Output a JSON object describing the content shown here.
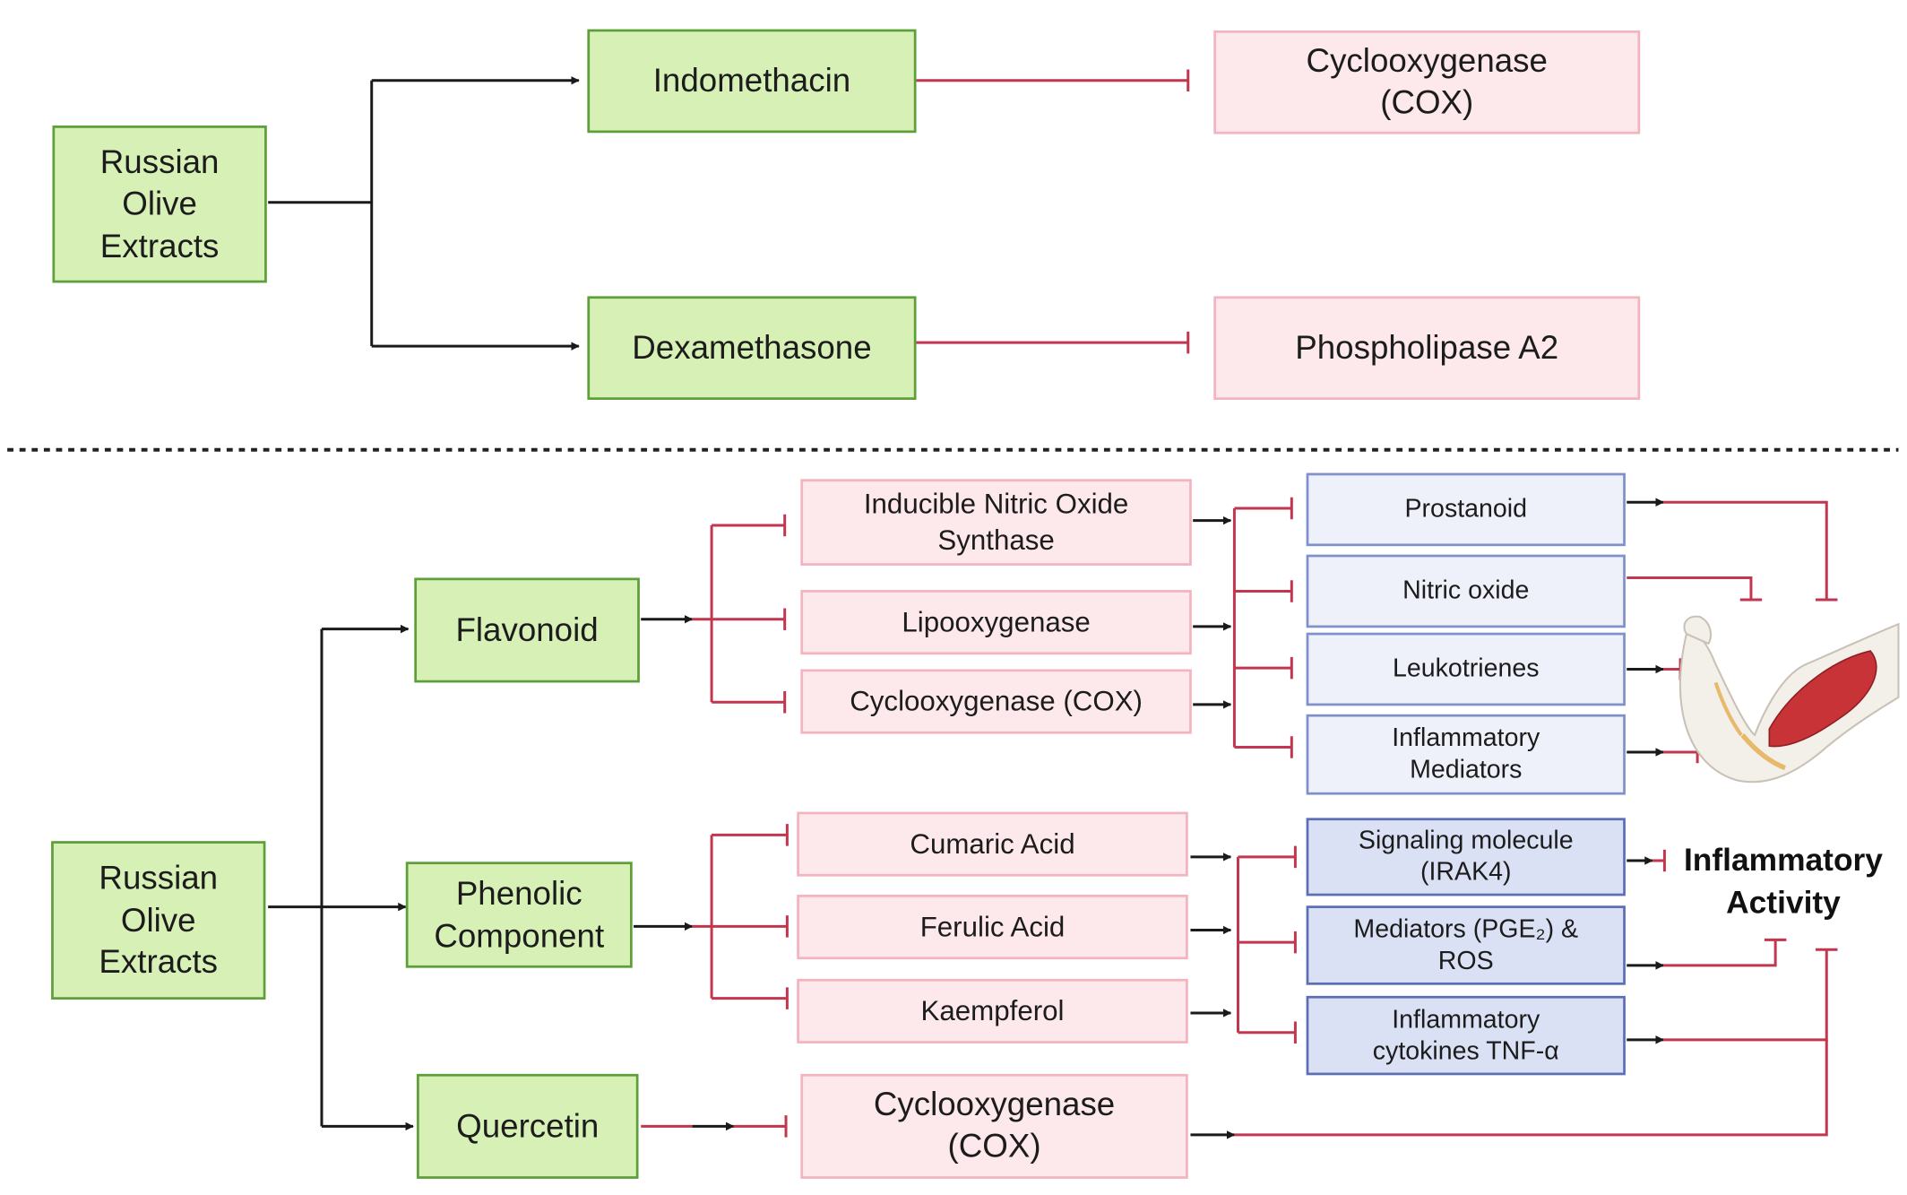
{
  "top_panel": {
    "source": "Russian\nOlive\nExtracts",
    "drugs": [
      {
        "label": "Indomethacin",
        "target": "Cyclooxygenase\n(COX)"
      },
      {
        "label": "Dexamethasone",
        "target": "Phospholipase A2"
      }
    ]
  },
  "bottom_panel": {
    "source": "Russian\nOlive\nExtracts",
    "compounds": {
      "flavonoid": "Flavonoid",
      "phenolic": "Phenolic\nComponent",
      "quercetin": "Quercetin"
    },
    "flavonoid_targets": [
      "Inducible Nitric Oxide\nSynthase",
      "Lipooxygenase",
      "Cyclooxygenase (COX)"
    ],
    "phenolic_targets": [
      "Cumaric Acid",
      "Ferulic Acid",
      "Kaempferol"
    ],
    "quercetin_target": "Cyclooxygenase\n(COX)",
    "flavonoid_products": [
      "Prostanoid",
      "Nitric oxide",
      "Leukotrienes",
      "Inflammatory\nMediators"
    ],
    "phenolic_products": [
      "Signaling molecule\n(IRAK4)",
      "Mediators (PGE₂) &\nROS",
      "Inflammatory\ncytokines TNF-α"
    ],
    "outcome": "Inflammatory\nActivity"
  },
  "colors": {
    "compound_fill": "#d7f0b6",
    "compound_border": "#5d9f3b",
    "enzyme_fill": "#fde8ec",
    "enzyme_border": "#f3b4bf",
    "product_fill": "#eef0fa",
    "signal_fill": "#dbe1f5",
    "activation_line": "#1a1a1a",
    "inhibition_line": "#c2364f"
  },
  "icons": [
    "arm-muscle-icon"
  ]
}
